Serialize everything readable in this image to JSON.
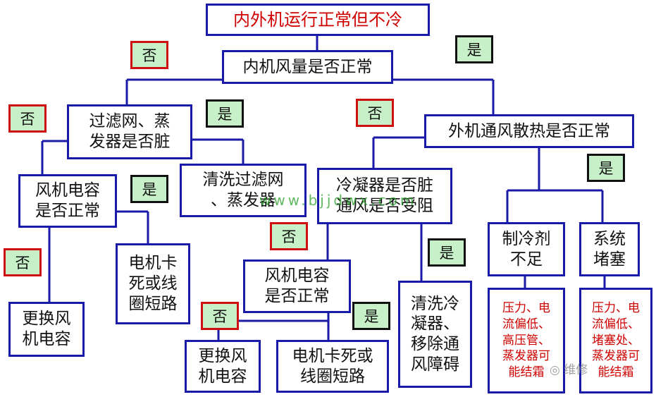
{
  "nodes": {
    "root": "内外机运行正常但不冷",
    "indoor_airflow": "内机风量是否正常",
    "filter_dirty": "过滤网、蒸\n发器是否脏",
    "clean_filter": "清洗过滤网\n、蒸发器",
    "fan_cap_1": "风机电容\n是否正常",
    "motor_short_1": "电机卡\n死或线\n圈短路",
    "replace_cap_1": "更换风\n机电容",
    "outdoor_vent": "外机通风散热是否正常",
    "condenser_dirty": "冷凝器是否脏\n通风是否受阻",
    "fan_cap_2": "风机电容\n是否正常",
    "replace_cap_2": "更换风\n机电容",
    "motor_short_2": "电机卡死或\n线圈短路",
    "clean_condenser": "清洗冷\n凝器、\n移除通\n风障碍",
    "low_refrigerant": "制冷剂\n不足",
    "system_blocked": "系统\n堵塞",
    "symptom_refrigerant": "压力、电\n流偏低、\n高压管、\n蒸发器可\n能结霜",
    "symptom_blocked": "压力、电\n流偏低、\n堵塞处、\n蒸发器可\n能结霜"
  },
  "tags": {
    "no": "否",
    "yes": "是"
  },
  "watermark": "www.bjjdwx.com",
  "logo": "维修"
}
